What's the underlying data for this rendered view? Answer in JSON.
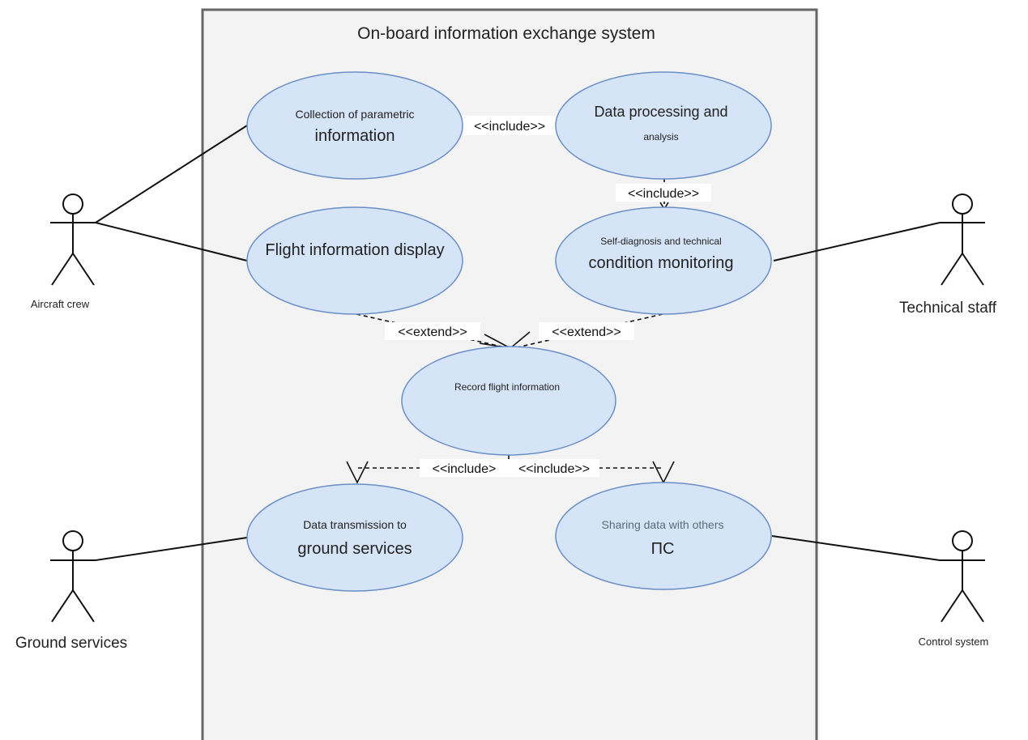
{
  "system": {
    "title": "On-board information exchange system"
  },
  "use_cases": {
    "collection": {
      "line1": "Collection of parametric",
      "line2": "information"
    },
    "processing": {
      "line1": "Data processing and",
      "line2": "analysis"
    },
    "display": {
      "line1": "Flight information display"
    },
    "selfdiag": {
      "line1": "Self-diagnosis and technical",
      "line2": "condition monitoring"
    },
    "record": {
      "line1": "Record flight information"
    },
    "transmission": {
      "line1": "Data transmission to",
      "line2": "ground services"
    },
    "sharing": {
      "line1": "Sharing data with others",
      "line2": "ПС"
    }
  },
  "actors": {
    "aircraft_crew": "Aircraft crew",
    "technical_staff": "Technical staff",
    "ground_services": "Ground services",
    "control_system": "Control system"
  },
  "relations": {
    "include_collection_processing": "<<include>>",
    "include_processing_selfdiag": "<<include>>",
    "extend_display_record": "<<extend>>",
    "extend_selfdiag_record": "<<extend>>",
    "include_record_transmission": "<<include>",
    "include_record_sharing": "<<include>>"
  },
  "colors": {
    "use_case_fill": "#d6e4f7",
    "use_case_stroke": "#6a8fc7",
    "system_fill": "#f3f3f3",
    "system_border": "#666666"
  }
}
